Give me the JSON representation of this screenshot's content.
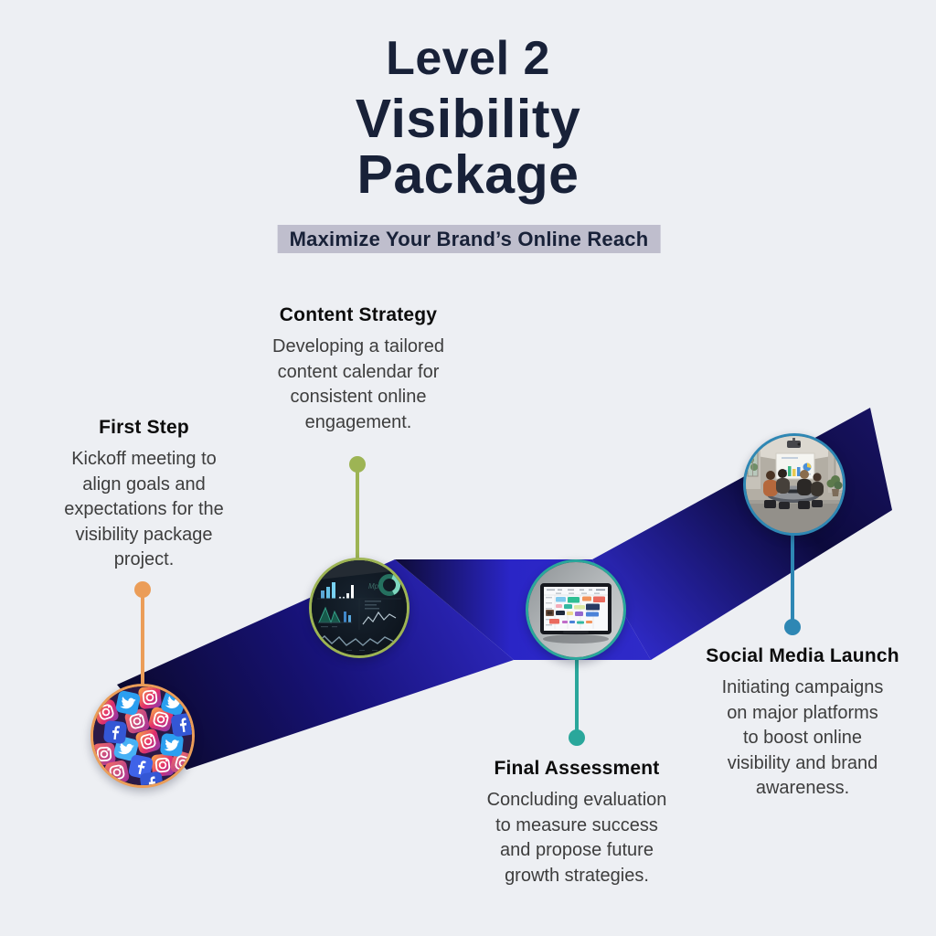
{
  "page": {
    "background": "#edeff3"
  },
  "header": {
    "eyebrow": "Level 2",
    "title_lines": [
      "Visibility",
      "Package"
    ],
    "tagline": "Maximize Your Brand’s Online Reach",
    "title_color": "#182138",
    "tagline_bg": "#bfbecd"
  },
  "steps": [
    {
      "id": "first-step",
      "title": "First Step",
      "description_lines": [
        "Kickoff meeting to",
        "align goals and",
        "expectations for the",
        "visibility package",
        "project."
      ],
      "accent_color": "#eb9d58",
      "photo": "social-media-3d-icons"
    },
    {
      "id": "content-strategy",
      "title": "Content Strategy",
      "description_lines": [
        "Developing a tailored",
        "content calendar for",
        "consistent online",
        "engagement."
      ],
      "accent_color": "#9db454",
      "photo": "analytics-dashboard"
    },
    {
      "id": "final-assessment",
      "title": "Final Assessment",
      "description_lines": [
        "Concluding evaluation",
        "to measure success",
        "and propose future",
        "growth strategies."
      ],
      "accent_color": "#2aa79b",
      "photo": "calendar-laptop"
    },
    {
      "id": "social-media-launch",
      "title": "Social Media Launch",
      "description_lines": [
        "Initiating campaigns",
        "on major platforms",
        "to boost online",
        "visibility and brand",
        "awareness."
      ],
      "accent_color": "#2e87b4",
      "photo": "meeting-room-presentation"
    }
  ],
  "ribbon": {
    "gradient_diag1": [
      "#0a0827",
      "#171277",
      "#2b25b8"
    ],
    "gradient_horizontal": [
      "#0e0b36",
      "#2a25c6",
      "#2f2ac8"
    ],
    "gradient_diag2": [
      "#2f2ac8",
      "#0c0a3c",
      "#171260"
    ]
  }
}
